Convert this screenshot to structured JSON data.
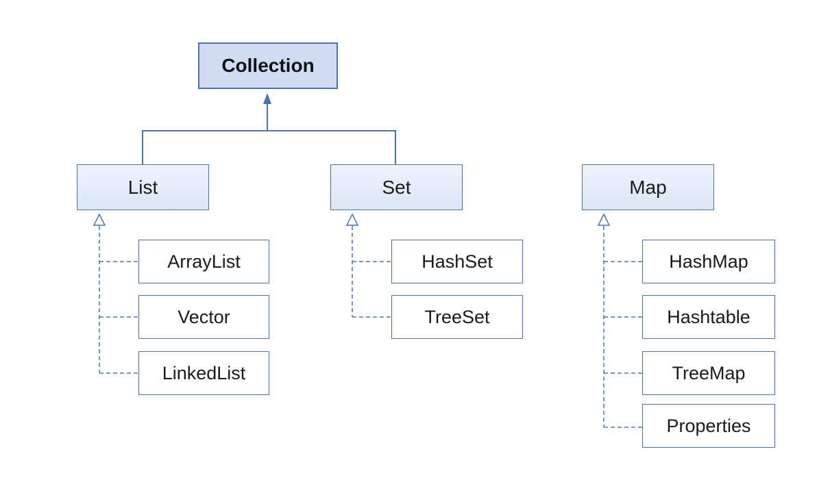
{
  "root": {
    "label": "Collection"
  },
  "interfaces": {
    "list": {
      "label": "List"
    },
    "set": {
      "label": "Set"
    },
    "map": {
      "label": "Map"
    }
  },
  "implementations": {
    "list": [
      "ArrayList",
      "Vector",
      "LinkedList"
    ],
    "set": [
      "HashSet",
      "TreeSet"
    ],
    "map": [
      "HashMap",
      "Hashtable",
      "TreeMap",
      "Properties"
    ]
  },
  "colors": {
    "line": "#4a72b8",
    "root_fill": "#cfdcf2",
    "interface_fill": "#e4ebf8"
  }
}
